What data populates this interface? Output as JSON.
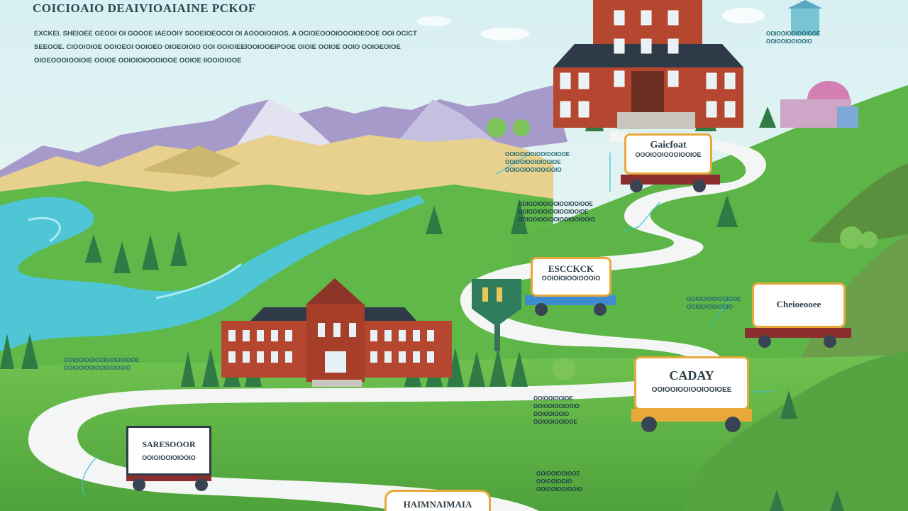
{
  "title": "COICIOAIO DEAIVIOAIAINE PCKOF",
  "intro": [
    "EXCKEI. SHEIOEE GEOOI OI GOOOE IAEOOIY SOOEIOEOCOI OI AOOOIOOIOS. A OCIOEOOOIOOOIOEOOE OOI OCICT",
    "SEEOOE. CIOOIOIOE OOIOEOI OOIOEO OIOEOIOIO OOI OOIOIEEIOOIOOEIPOOE OIOIE OOIOE OOIO OOIOEOIOE",
    "OIOEOOOIOOIOIE OOIOE OOIOIOIOOOIOOE OOIOE IIOOIOIOOE"
  ],
  "signs": {
    "top": {
      "line1": "Gaicfoat",
      "line2": "OOOIOOIOOOIOOIOE"
    },
    "middle": {
      "line1": "ESCCKCK",
      "line2": "OOIOIOIOOIOOOIO"
    },
    "right": {
      "line1": "Cheioeooee",
      "line2": ""
    },
    "cady": {
      "line1": "CADAY",
      "line2": "OOIOOIOOIOOIOOIOEE"
    },
    "left": {
      "line1": "SARESOOOR",
      "line2": "OOIOIOOIOIOOIO"
    },
    "bottom": {
      "line1": "HAIMNAIMAIA",
      "line2": ""
    }
  },
  "annotations": {
    "a1": [
      "OOIOOIOOIOOIOOIOOE",
      "OOIOOIOOIOIOOIOE",
      "OOIOOIOOIOOIOOIO"
    ],
    "a2": [
      "OOIOOIOOIOOIOOIOOIOOE",
      "OOIOOIOOIOOIOOIOOIOE",
      "OOIOOIOOIOOIOOIOOIOOIO"
    ],
    "a3": [
      "OOIOOIOOIOOIOOE",
      "OOIOOIOOIOOIO"
    ],
    "a4": [
      "OOIOOIOOIOE",
      "OOIOOIOOIOOIO",
      "OOIOOIOOIO",
      "OOIOOIOOIOOE"
    ],
    "a5": [
      "OOIOOIOOIOOIOOIOOIOOE",
      "OOIOOIOOIOOIOOIOOIO"
    ],
    "a6": [
      "OOIOOIOOIOOE",
      "OOIOOIOOIO",
      "OOIOOIOOIOOIO"
    ],
    "a7": [
      "OOIOOIOOIOOIOOE",
      "OOIOOIOOIOOIO"
    ]
  },
  "colors": {
    "sky": "#dff3f4",
    "grass": "#6cbf4f",
    "road": "#f4f6f6",
    "sign_border": "#e8a93a",
    "brick": "#b5462f"
  }
}
